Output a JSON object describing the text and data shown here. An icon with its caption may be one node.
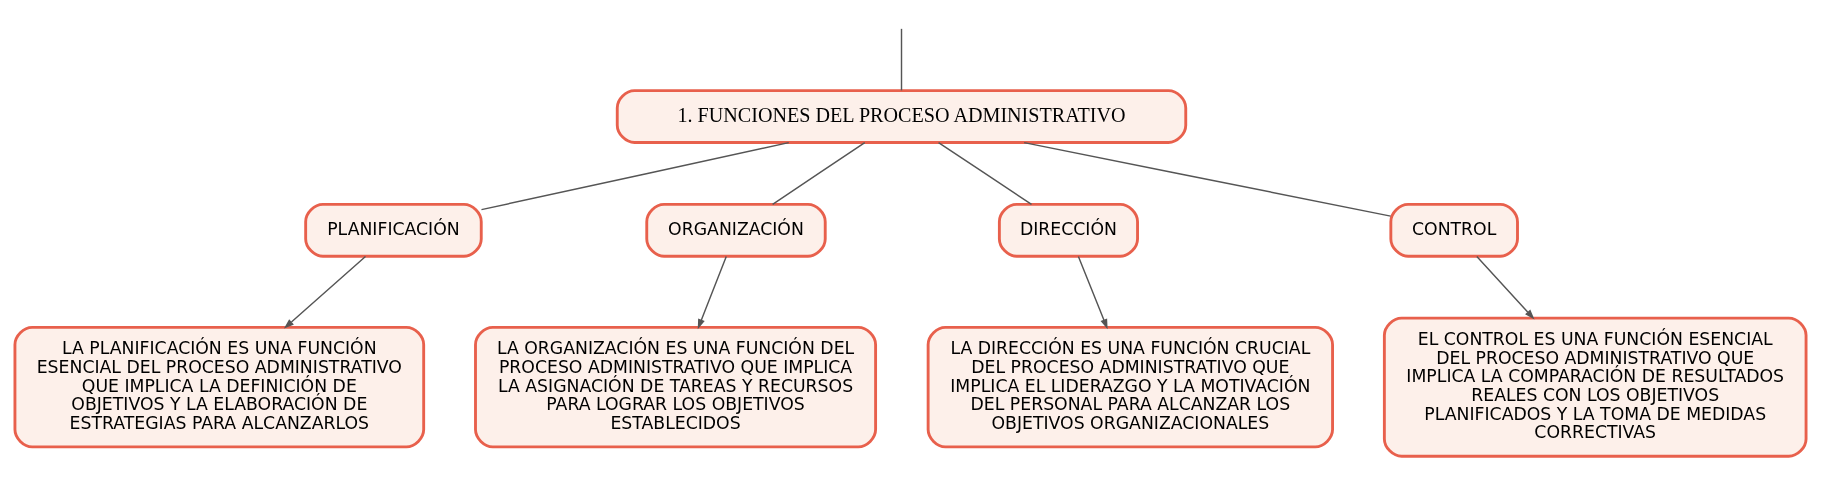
{
  "diagram": {
    "nodes": [
      {
        "text": [
          "1. FUNCIONES DEL PROCESO ADMINISTRATIVO"
        ]
      },
      {
        "text": [
          "PLANIFICACIÓN"
        ]
      },
      {
        "text": [
          "ORGANIZACIÓN"
        ]
      },
      {
        "text": [
          "DIRECCIÓN"
        ]
      },
      {
        "text": [
          "CONTROL"
        ]
      },
      {
        "text": [
          "LA PLANIFICACIÓN ES UNA FUNCIÓN ESENCIAL DEL PROCESO ADMINISTRATIVO QUE IMPLICA LA DEFINICIÓN DE OBJETIVOS Y LA ELABORACIÓN DE ESTRATEGIAS PARA ALCANZARLOS"
        ]
      },
      {
        "text": [
          "LA ORGANIZACIÓN ES UNA FUNCIÓN DEL PROCESO ADMINISTRATIVO QUE IMPLICA LA ASIGNACIÓN DE TAREAS Y RECURSOS PARA LOGRAR LOS OBJETIVOS ESTABLECIDOS"
        ]
      },
      {
        "text": [
          "LA DIRECCIÓN ES UNA FUNCIÓN CRUCIAL DEL PROCESO ADMINISTRATIVO QUE IMPLICA EL LIDERAZGO Y LA MOTIVACIÓN DEL PERSONAL PARA ALCANZAR LOS OBJETIVOS ORGANIZACIONALES"
        ]
      },
      {
        "text": [
          "EL CONTROL ES UNA FUNCIÓN ESENCIAL DEL PROCESO ADMINISTRATIVO QUE IMPLICA LA COMPARACIÓN DE RESULTADOS REALES CON LOS OBJETIVOS PLANIFICADOS Y LA TOMA DE MEDIDAS CORRECTIVAS"
        ]
      }
    ],
    "edges": [
      {
        "from": null,
        "to": 0,
        "arrow": "none"
      },
      {
        "from": 0,
        "to": 1,
        "arrow": "none"
      },
      {
        "from": 0,
        "to": 2,
        "arrow": "none"
      },
      {
        "from": 0,
        "to": 3,
        "arrow": "none"
      },
      {
        "from": 0,
        "to": 4,
        "arrow": "none"
      },
      {
        "from": 1,
        "to": 5,
        "arrow": "to"
      },
      {
        "from": 2,
        "to": 6,
        "arrow": "to"
      },
      {
        "from": 3,
        "to": 7,
        "arrow": "to"
      },
      {
        "from": 4,
        "to": 8,
        "arrow": "to"
      }
    ]
  }
}
